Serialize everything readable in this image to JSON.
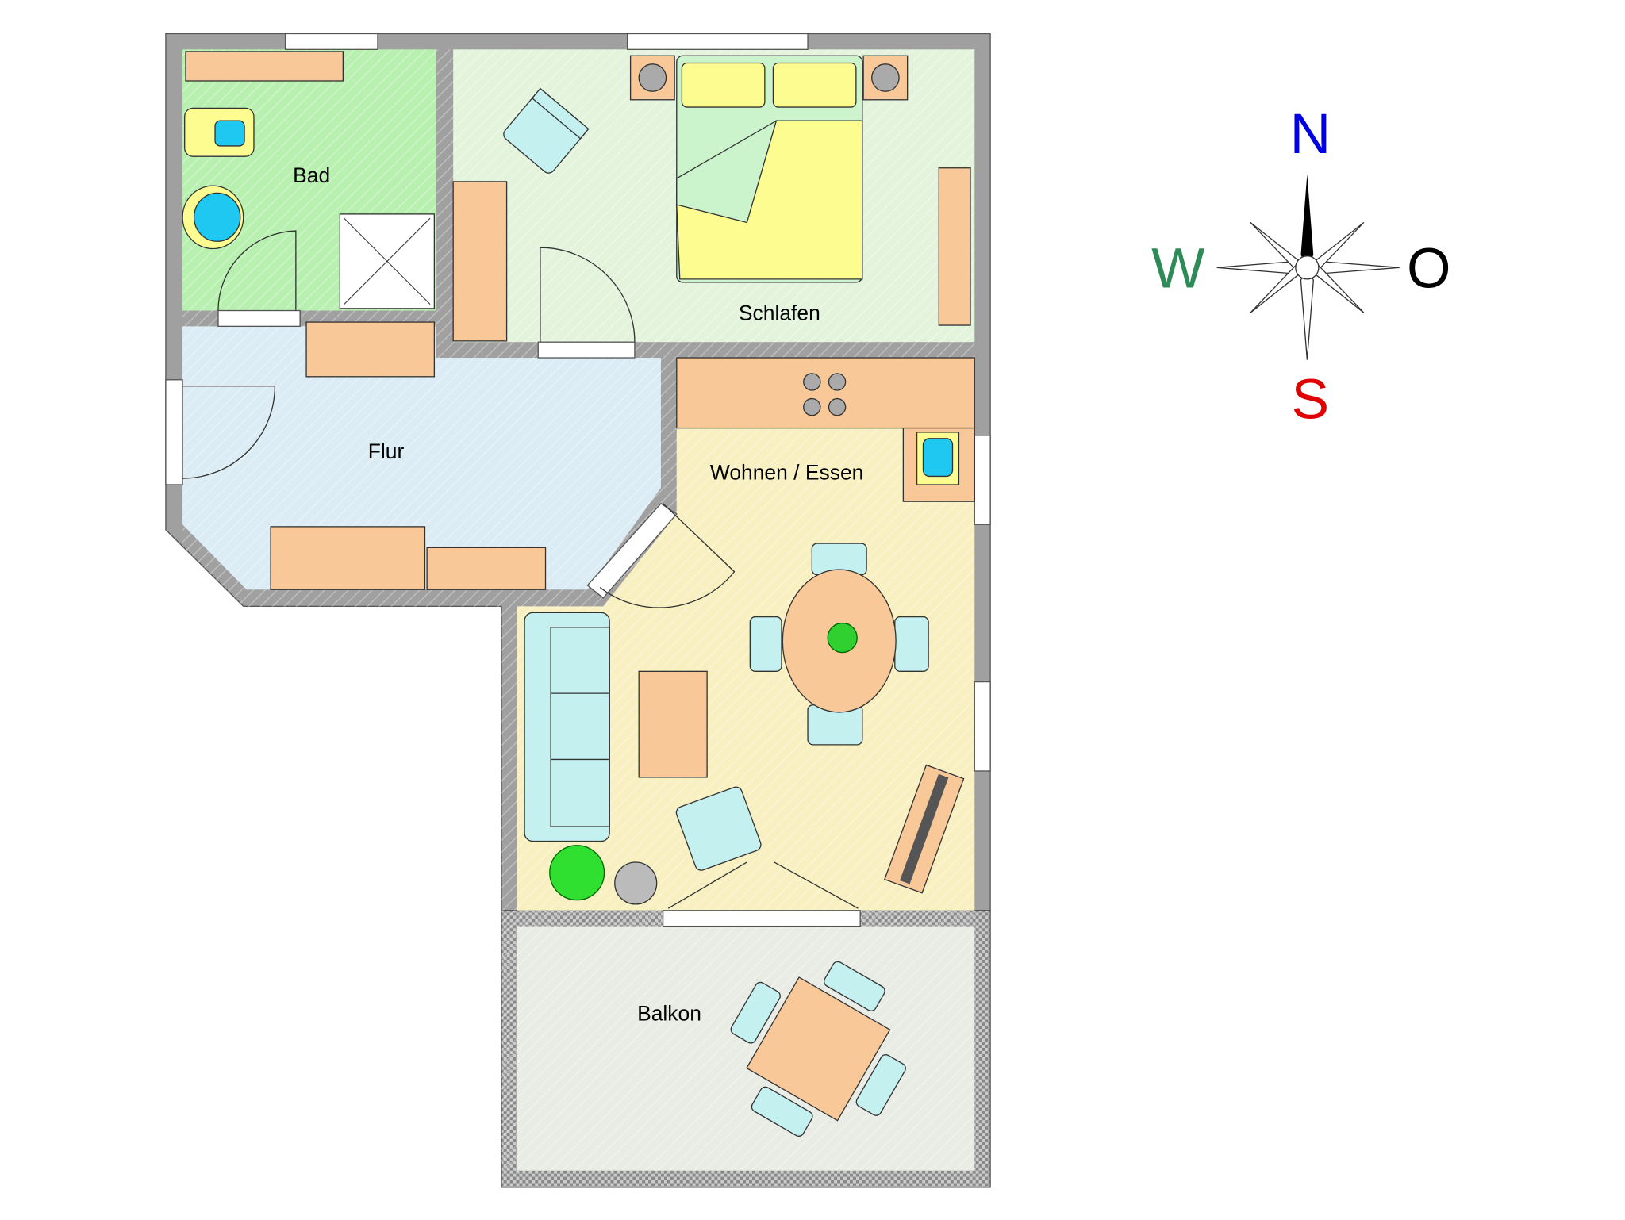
{
  "rooms": {
    "bad": "Bad",
    "schlafen": "Schlafen",
    "flur": "Flur",
    "wohnen": "Wohnen / Essen",
    "balkon": "Balkon"
  },
  "compass": {
    "north": "N",
    "south": "S",
    "west": "W",
    "east": "O"
  },
  "colors": {
    "wall": "#a0a0a0",
    "bad": "#b8f0b0",
    "schlafen": "#e4f4dc",
    "flur": "#dcecf4",
    "wohnen": "#f8f0c0",
    "balkon": "#e8ece4",
    "north": "#0000e0",
    "south": "#e00000",
    "west": "#2e8b57",
    "east": "#000000"
  }
}
